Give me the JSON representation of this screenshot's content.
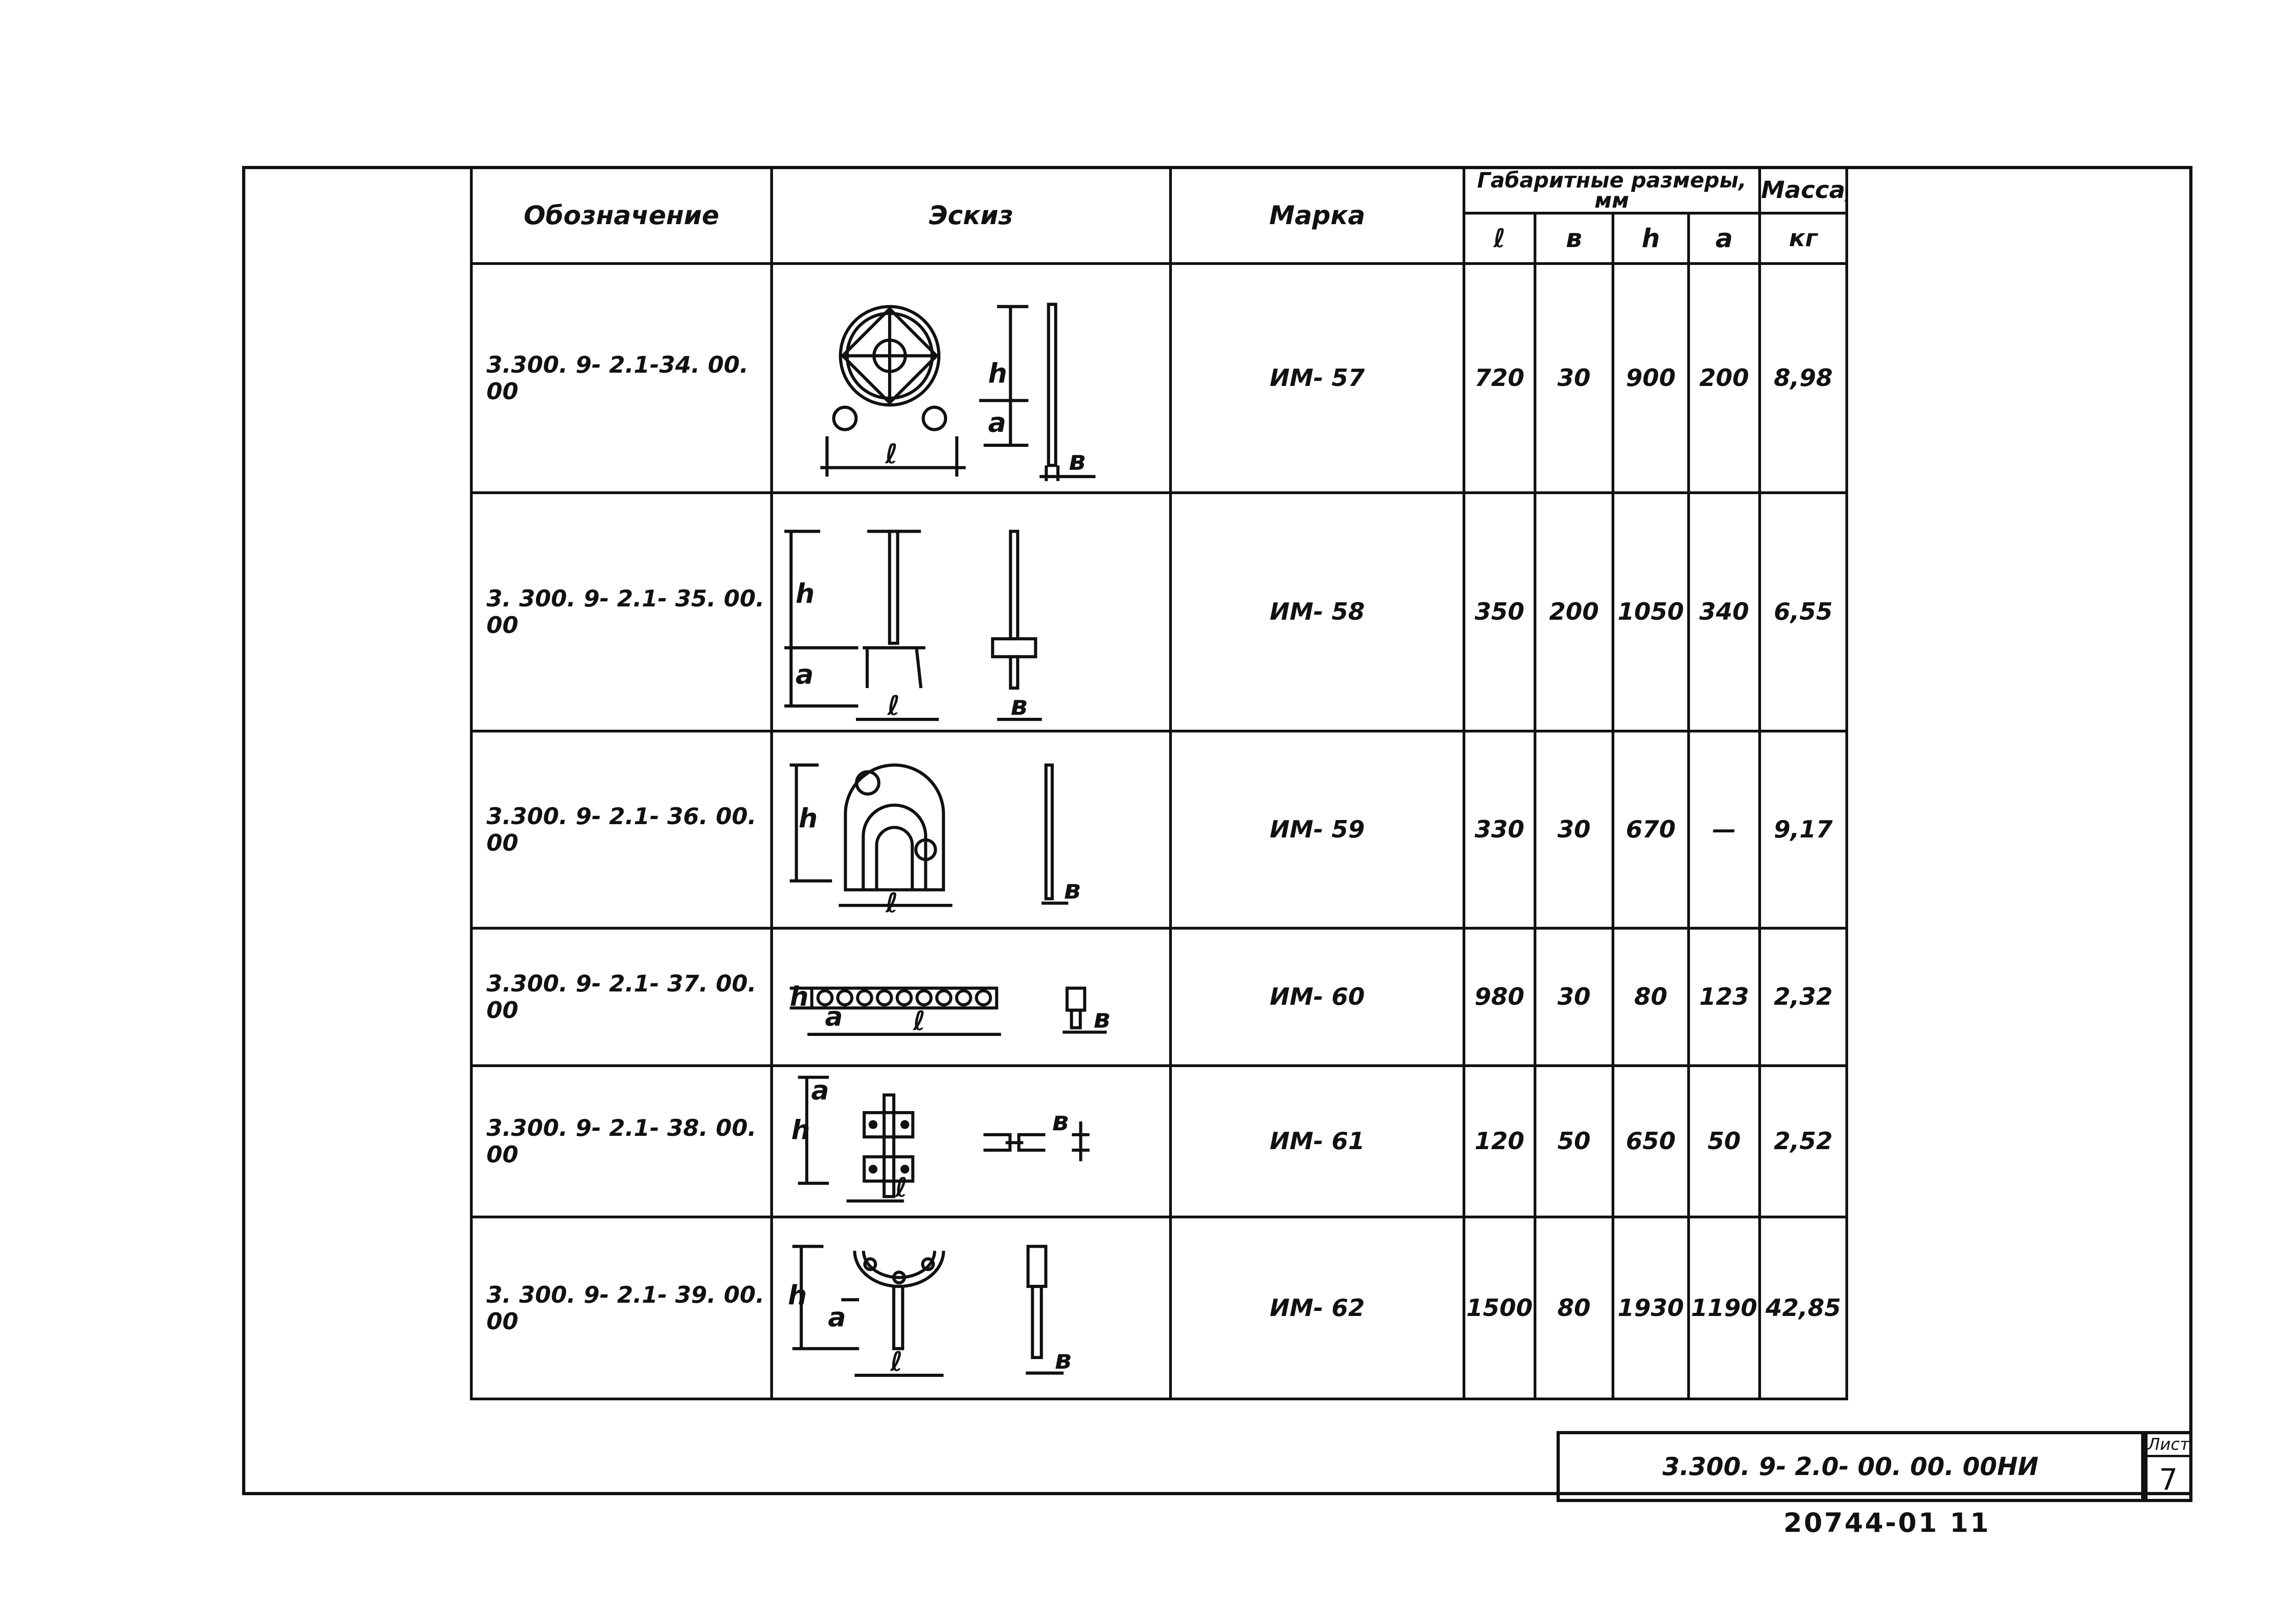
{
  "table": {
    "headers": {
      "designation": "Обозначение",
      "sketch": "Эскиз",
      "mark": "Марка",
      "dims_group": "Габаритные размеры, мм",
      "dim_l": "ℓ",
      "dim_b": "в",
      "dim_h": "h",
      "dim_a": "а",
      "mass": "Масса,",
      "mass_unit": "кг"
    },
    "rows": [
      {
        "designation": "3.300. 9- 2.1-34. 00. 00",
        "mark": "ИМ- 57",
        "l": "720",
        "b": "30",
        "h": "900",
        "a": "200",
        "mass": "8,98"
      },
      {
        "designation": "3. 300. 9- 2.1- 35. 00. 00",
        "mark": "ИМ- 58",
        "l": "350",
        "b": "200",
        "h": "1050",
        "a": "340",
        "mass": "6,55"
      },
      {
        "designation": "3.300. 9- 2.1- 36. 00. 00",
        "mark": "ИМ- 59",
        "l": "330",
        "b": "30",
        "h": "670",
        "a": "—",
        "mass": "9,17"
      },
      {
        "designation": "3.300. 9- 2.1- 37. 00. 00",
        "mark": "ИМ- 60",
        "l": "980",
        "b": "30",
        "h": "80",
        "a": "123",
        "mass": "2,32"
      },
      {
        "designation": "3.300. 9- 2.1- 38. 00. 00",
        "mark": "ИМ- 61",
        "l": "120",
        "b": "50",
        "h": "650",
        "a": "50",
        "mass": "2,52"
      },
      {
        "designation": "3. 300. 9- 2.1- 39. 00. 00",
        "mark": "ИМ- 62",
        "l": "1500",
        "b": "80",
        "h": "1930",
        "a": "1190",
        "mass": "42,85"
      }
    ]
  },
  "sketch_labels": {
    "l": "ℓ",
    "b": "в",
    "h": "h",
    "a": "а"
  },
  "title_block": {
    "code": "3.300. 9- 2.0- 00. 00. 00НИ",
    "sheet_label": "Лист",
    "sheet_number": "7"
  },
  "inventory_number": "20744-01  11"
}
